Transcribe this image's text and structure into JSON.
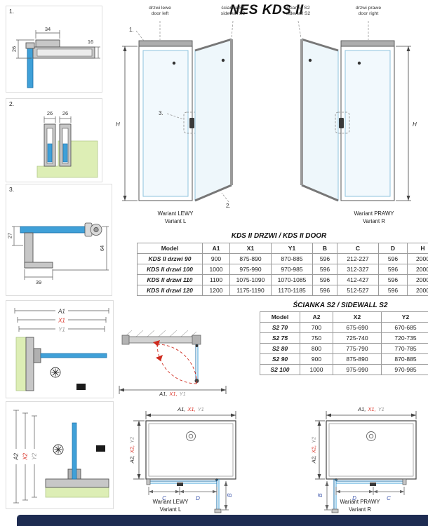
{
  "page": {
    "title": "NES KDS II"
  },
  "labels": {
    "a1": "A1",
    "x1": "X1",
    "y1": "Y1",
    "a2": "A2",
    "x2": "X2",
    "y2": "Y2",
    "a1c": "A1,",
    "x1c": "X1,",
    "a2c": "A2,",
    "x2c": "X2,",
    "b": "B",
    "c": "C",
    "d": "D",
    "h": "H"
  },
  "details": {
    "d1": {
      "num": "1.",
      "dim_a": "34",
      "dim_b": "16",
      "dim_c": "26"
    },
    "d2": {
      "num": "2.",
      "dim_a": "26",
      "dim_b": "26"
    },
    "d3": {
      "num": "3.",
      "dim_a": "27",
      "dim_b": "39",
      "dim_c": "64"
    }
  },
  "elevation_left": {
    "door_pl": "drzwi lewe",
    "door_en": "door left",
    "wall_pl": "ścianka S2",
    "wall_en": "sidewall S2",
    "m1": "1.",
    "m2": "2.",
    "m3": "3.",
    "caption_pl": "Wariant LEWY",
    "caption_en": "Variant L"
  },
  "elevation_right": {
    "door_pl": "drzwi prawe",
    "door_en": "door right",
    "wall_pl": "ścianka S2",
    "wall_en": "sidewall S2",
    "caption_pl": "Wariant PRAWY",
    "caption_en": "Variant R"
  },
  "door_table": {
    "title": "KDS II DRZWI / KDS II DOOR",
    "headers": [
      "Model",
      "A1",
      "X1",
      "Y1",
      "B",
      "C",
      "D",
      "H"
    ],
    "rows": [
      [
        "KDS II drzwi 90",
        "900",
        "875-890",
        "870-885",
        "596",
        "212-227",
        "596",
        "2000"
      ],
      [
        "KDS II drzwi 100",
        "1000",
        "975-990",
        "970-985",
        "596",
        "312-327",
        "596",
        "2000"
      ],
      [
        "KDS II drzwi 110",
        "1100",
        "1075-1090",
        "1070-1085",
        "596",
        "412-427",
        "596",
        "2000"
      ],
      [
        "KDS II drzwi 120",
        "1200",
        "1175-1190",
        "1170-1185",
        "596",
        "512-527",
        "596",
        "2000"
      ]
    ]
  },
  "sidewall_table": {
    "title": "ŚCIANKA S2 / SIDEWALL S2",
    "headers": [
      "Model",
      "A2",
      "X2",
      "Y2"
    ],
    "rows": [
      [
        "S2 70",
        "700",
        "675-690",
        "670-685"
      ],
      [
        "S2 75",
        "750",
        "725-740",
        "720-735"
      ],
      [
        "S2 80",
        "800",
        "775-790",
        "770-785"
      ],
      [
        "S2 90",
        "900",
        "875-890",
        "870-885"
      ],
      [
        "S2 100",
        "1000",
        "975-990",
        "970-985"
      ]
    ]
  },
  "plans": {
    "left": {
      "caption_pl": "Wariant LEWY",
      "caption_en": "Variant L"
    },
    "right": {
      "caption_pl": "Wariant PRAWY",
      "caption_en": "Variant R"
    }
  }
}
